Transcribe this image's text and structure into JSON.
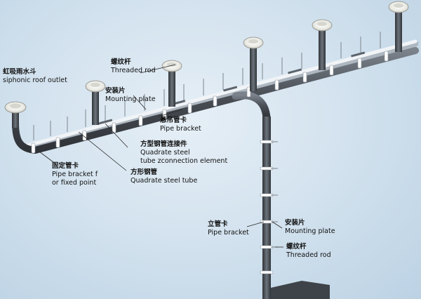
{
  "labels": {
    "roof_outlet": {
      "cn": "虹吸雨水斗",
      "en": "siphonic roof outlet"
    },
    "threaded_rod_top": {
      "cn": "螺纹杆",
      "en": "Threaded rod"
    },
    "mounting_plate_top": {
      "cn": "安装片",
      "en": "Mounting plate"
    },
    "pipe_bracket_hang": {
      "cn": "悬吊管卡",
      "en": "Pipe bracket"
    },
    "connection_element": {
      "cn": "方型钢管连接件",
      "en1": "Quadrate steel",
      "en2": "tube zconnection element"
    },
    "fixed_point_bracket": {
      "cn": "固定管卡",
      "en1": "Pipe bracket f",
      "en2": "or fixed point"
    },
    "steel_tube": {
      "cn": "方形钢管",
      "en": "Quadrate steel tube"
    },
    "pipe_bracket_vertical": {
      "cn": "立管卡",
      "en": "Pipe bracket"
    },
    "mounting_plate_bottom": {
      "cn": "安装片",
      "en": "Mounting plate"
    },
    "threaded_rod_bottom": {
      "cn": "螺纹杆",
      "en": "Threaded rod"
    }
  },
  "colors": {
    "pipe": "#4a4f56",
    "pipe_highlight": "#7b828b",
    "steel_tube": "#e9edf1",
    "outlet": "#f2f2ee",
    "leader": "#2a2a2a"
  }
}
